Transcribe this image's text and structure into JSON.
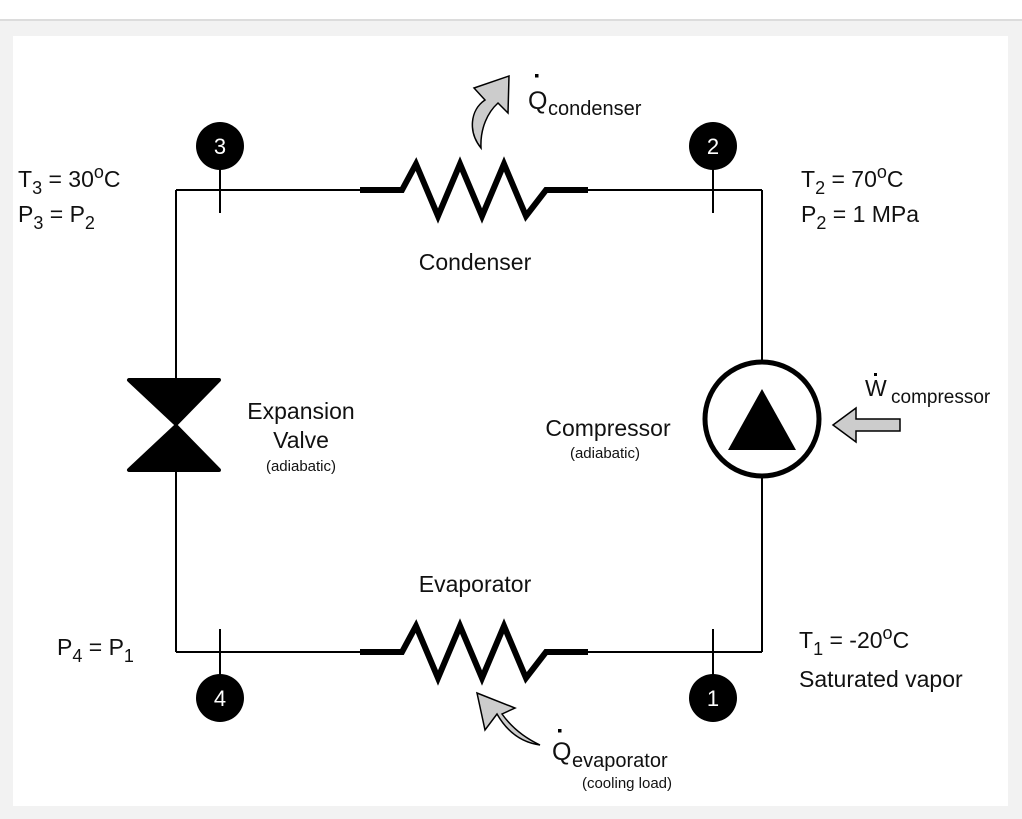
{
  "diagram": {
    "title": "Vapor-compression refrigeration cycle",
    "components": {
      "condenser": {
        "label": "Condenser"
      },
      "evaporator": {
        "label": "Evaporator"
      },
      "compressor": {
        "label": "Compressor",
        "note": "(adiabatic)"
      },
      "expansion_valve": {
        "label_line1": "Expansion",
        "label_line2": "Valve",
        "note": "(adiabatic)"
      }
    },
    "states": [
      {
        "number": "1",
        "lines": [
          {
            "var": "T",
            "sub": "1",
            "rest": " = -20",
            "sup": "o",
            "unit": "C"
          }
        ],
        "text": "Saturated vapor"
      },
      {
        "number": "2",
        "lines": [
          {
            "var": "T",
            "sub": "2",
            "rest": " = 70",
            "sup": "o",
            "unit": "C"
          },
          {
            "var": "P",
            "sub": "2",
            "rest": " = 1 MPa"
          }
        ]
      },
      {
        "number": "3",
        "lines": [
          {
            "var": "T",
            "sub": "3",
            "rest": " = 30",
            "sup": "o",
            "unit": "C"
          },
          {
            "var": "P",
            "sub": "3",
            "rest": " = P",
            "sub2": "2"
          }
        ]
      },
      {
        "number": "4",
        "lines": [
          {
            "var": "P",
            "sub": "4",
            "rest": " = P",
            "sub2": "1"
          }
        ]
      }
    ],
    "energy_flows": {
      "q_condenser": {
        "symbol": "Q",
        "sub": "condenser",
        "direction": "out"
      },
      "q_evaporator": {
        "symbol": "Q",
        "sub": "evaporator",
        "note": "(cooling load)",
        "direction": "in"
      },
      "w_compressor": {
        "symbol": "W",
        "sub": "compressor",
        "direction": "in"
      }
    },
    "colors": {
      "line": "#000000",
      "arrow_fill": "#cccccc",
      "node_fill": "#000000",
      "node_text": "#ffffff",
      "page_bg": "#f2f2f2"
    }
  }
}
